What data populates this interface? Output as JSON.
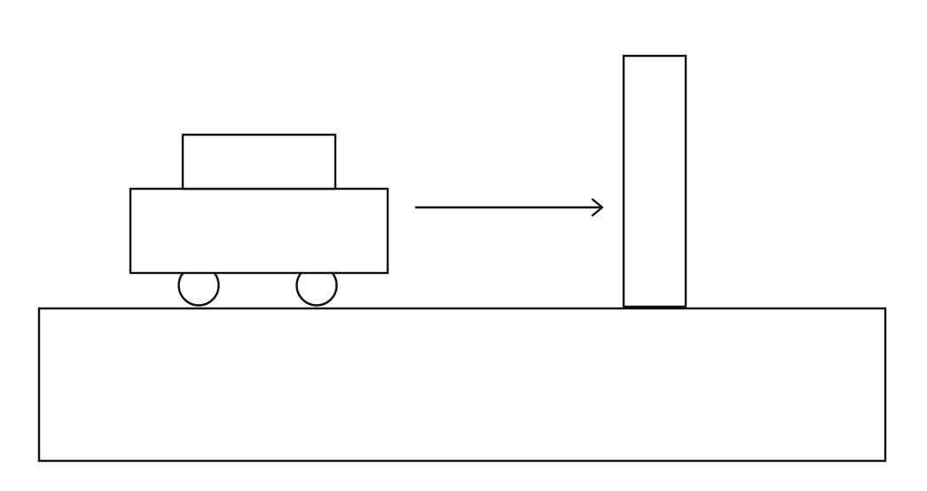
{
  "diagram": {
    "description_free": true,
    "colors": {
      "stroke": "#111111",
      "background": "#ffffff"
    },
    "elements": [
      "table-surface",
      "cart-body",
      "cart-load-block",
      "cart-wheel-left",
      "cart-wheel-right",
      "motion-arrow",
      "wall-post"
    ]
  }
}
